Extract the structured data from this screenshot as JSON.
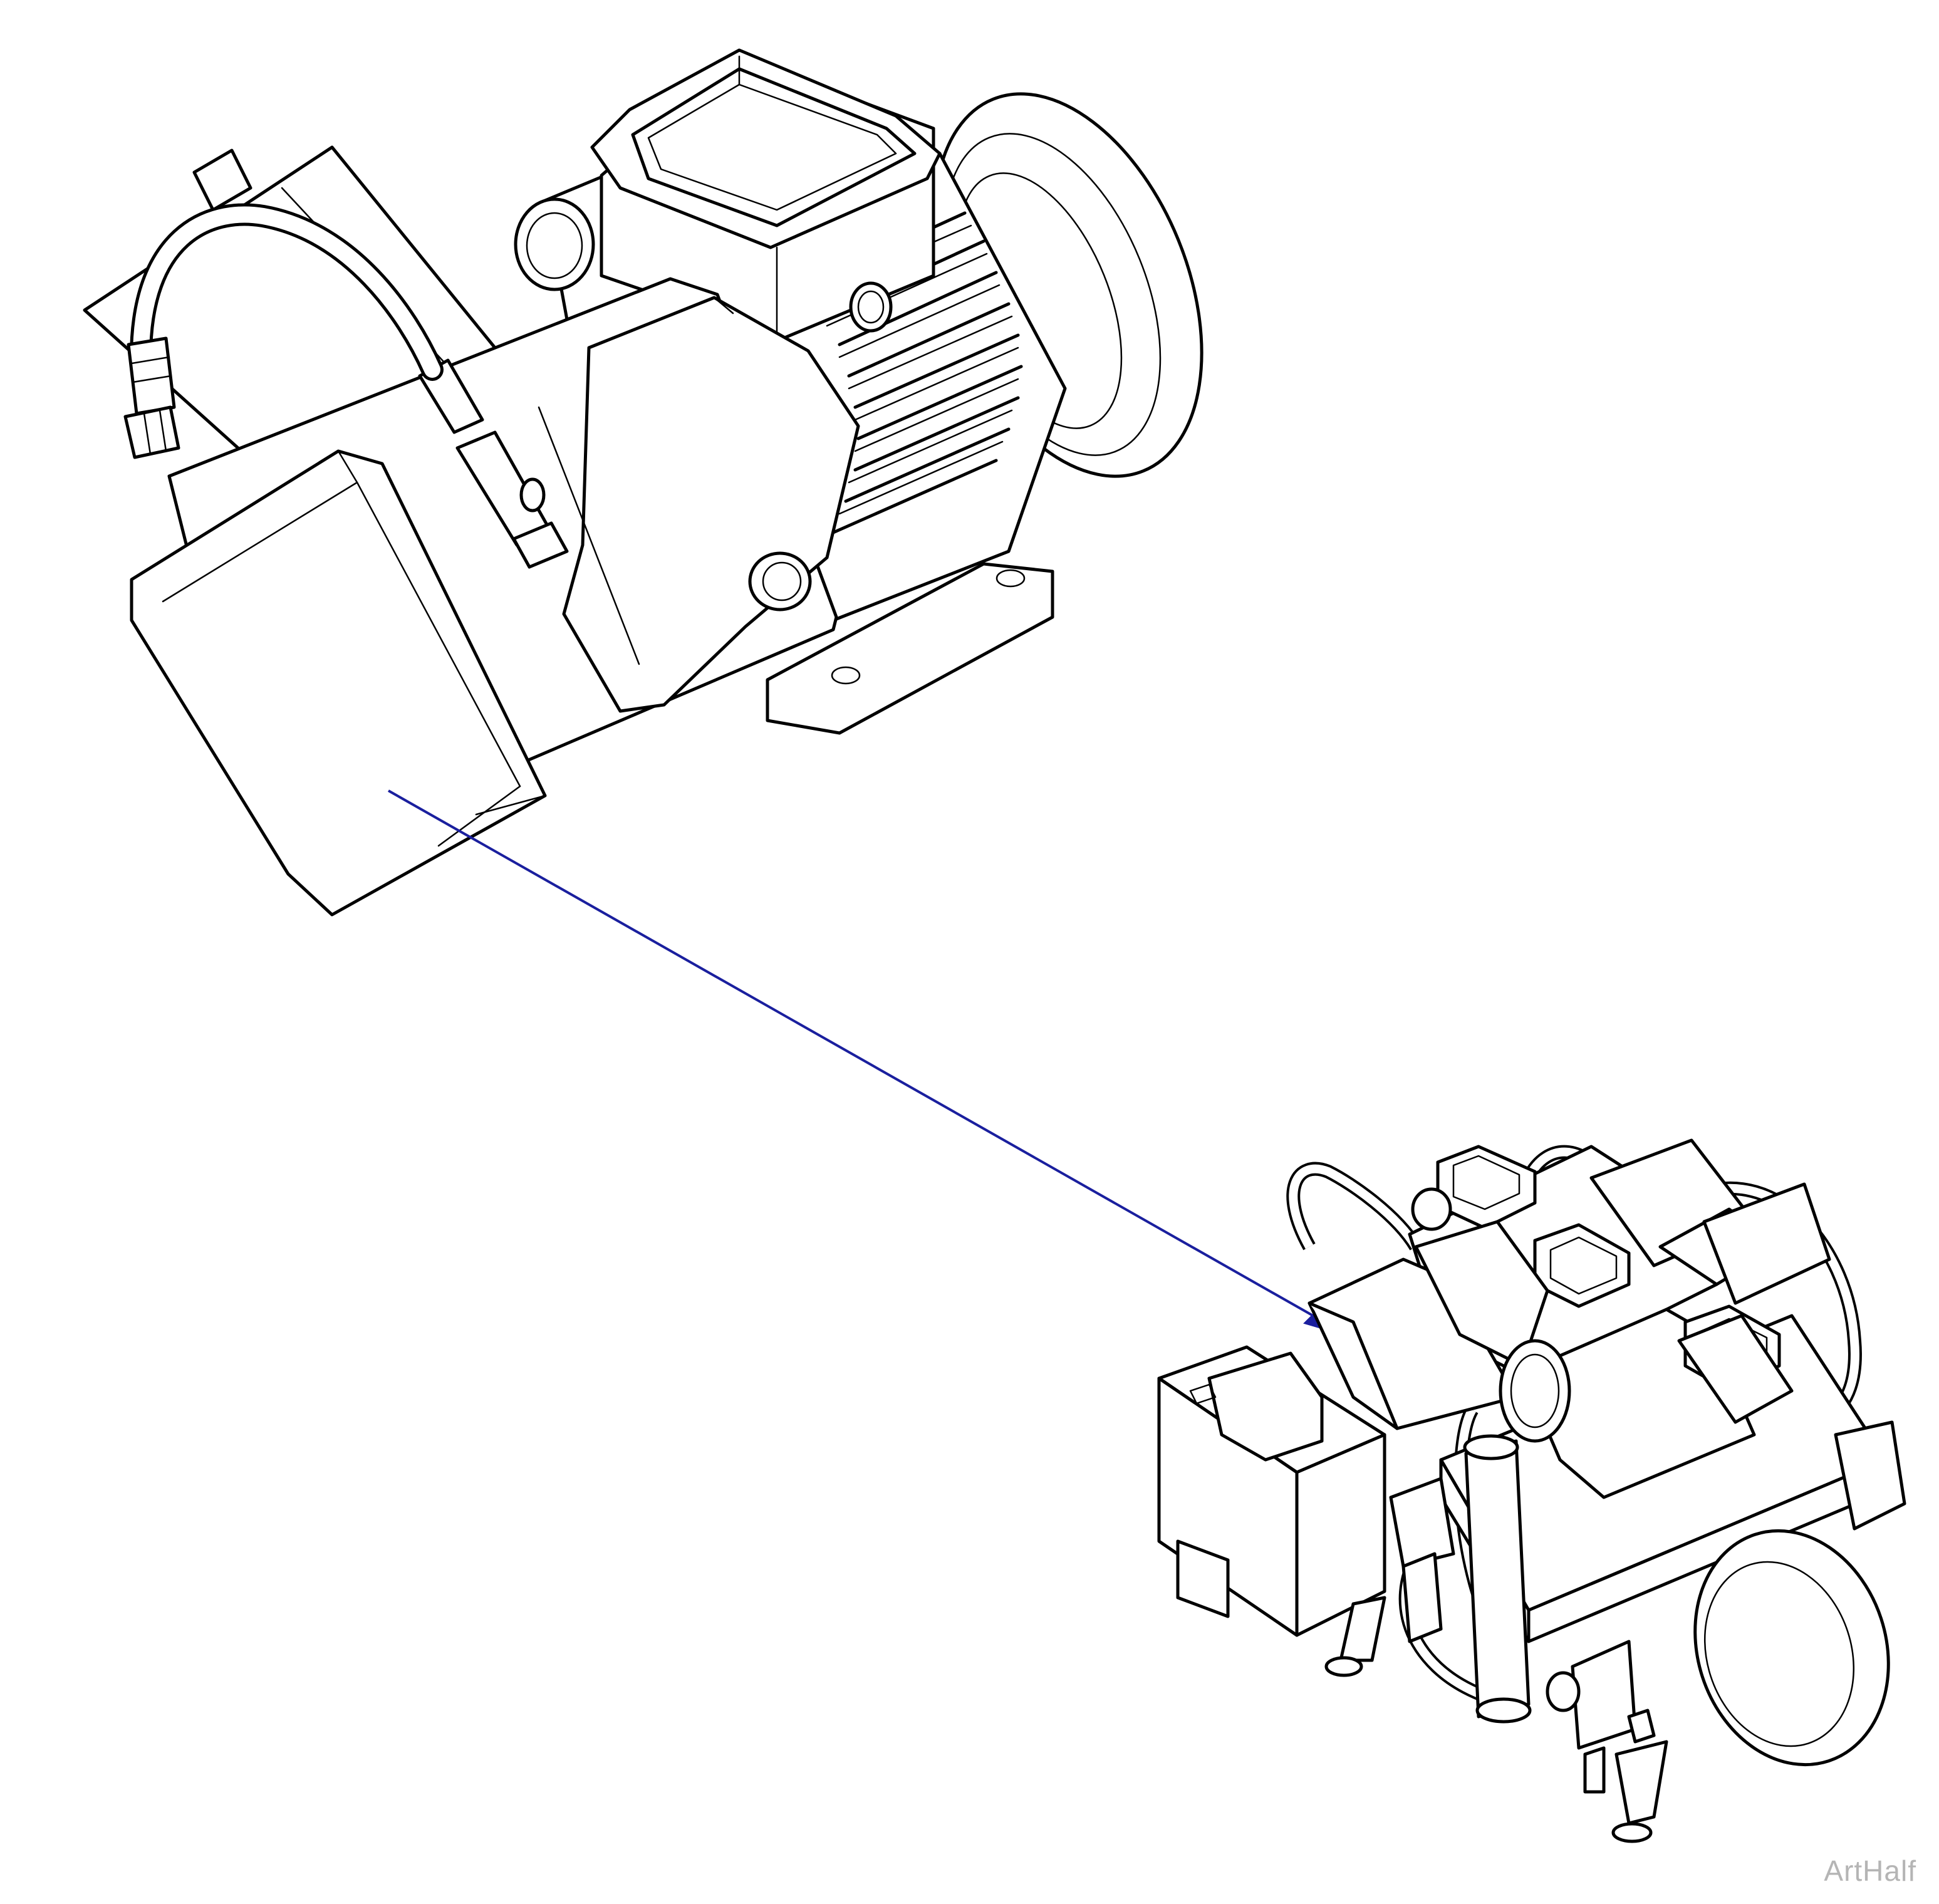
{
  "figure": {
    "watermark": "ArtHalf",
    "leader_color": "#1a1f9e",
    "detail_view": "pump-motor-assembly-detail",
    "overview": "compressor-assembly-overview"
  }
}
